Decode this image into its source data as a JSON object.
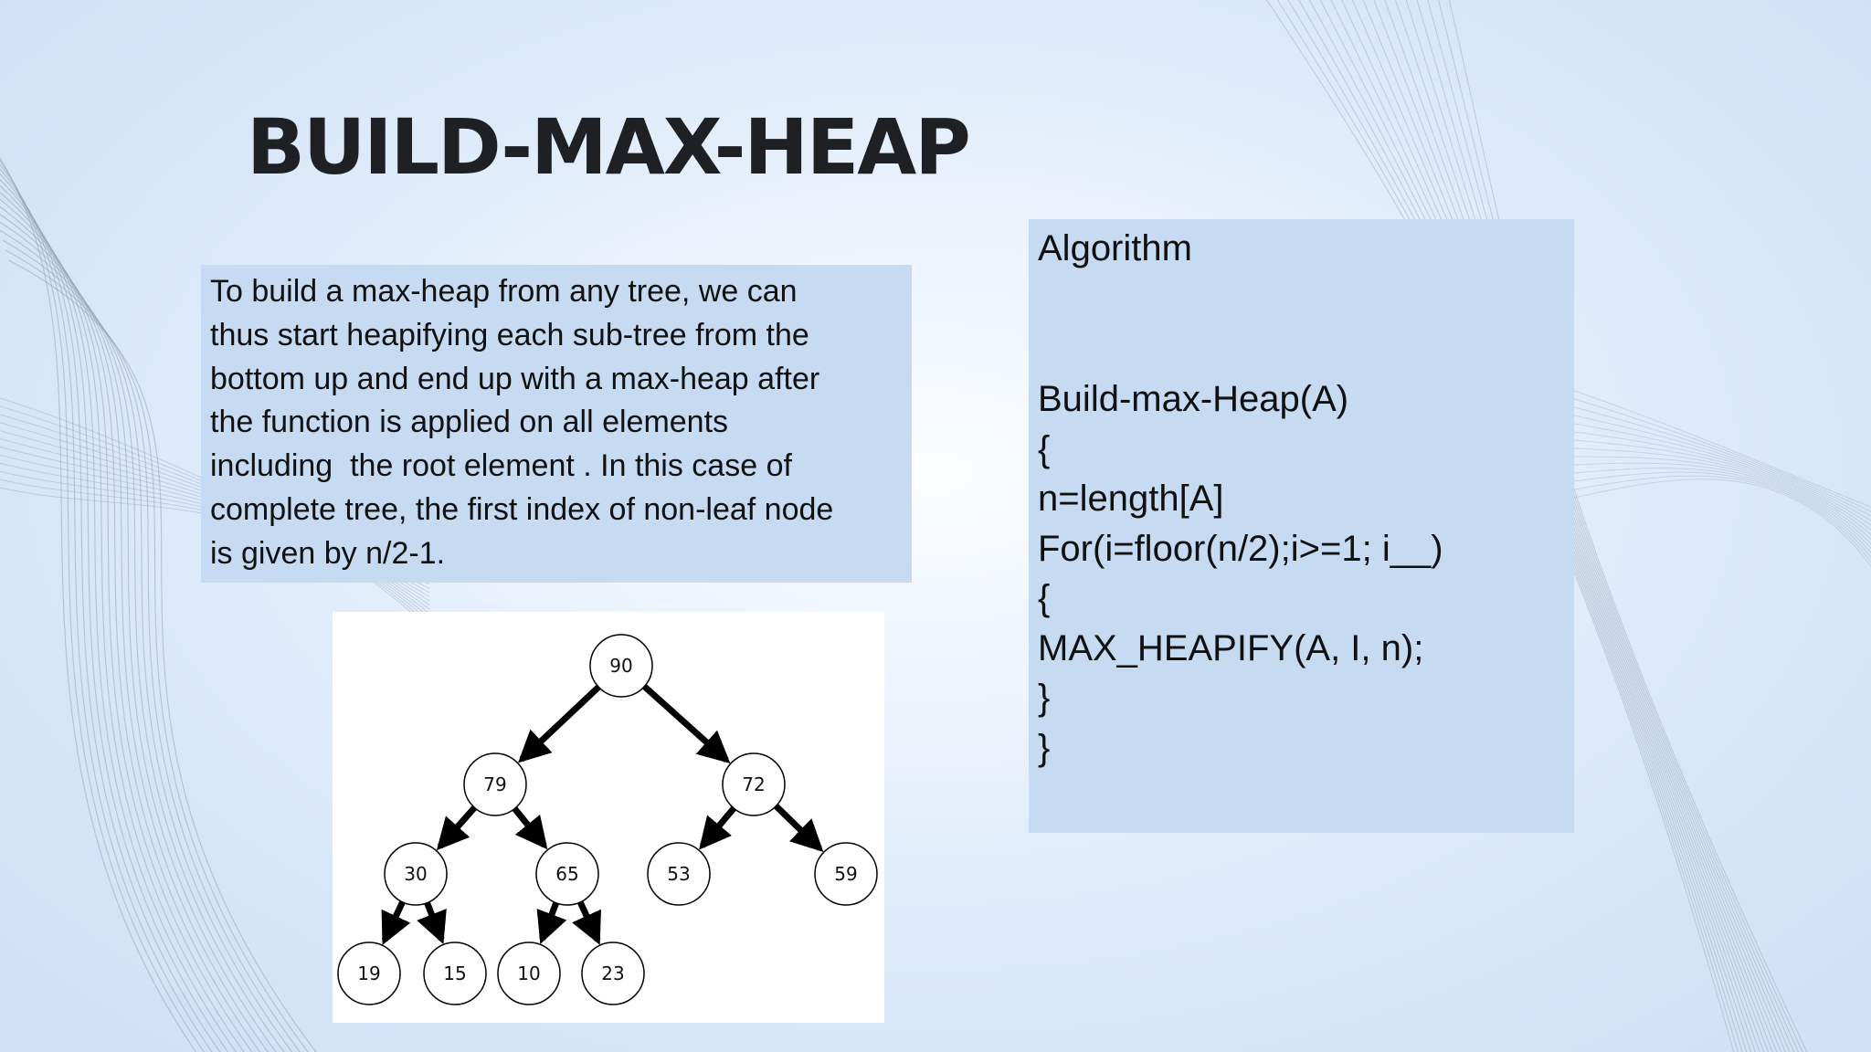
{
  "title": "BUILD-MAX-HEAP",
  "description": {
    "lines": [
      "To build a max-heap from any tree, we can",
      "thus start heapifying each sub-tree from the",
      "bottom up and end up with a max-heap after",
      "the function is applied on all elements",
      "including  the root element . In this case of",
      "complete tree, the first index of non-leaf node",
      "is given by n/2-1."
    ]
  },
  "algorithm": {
    "heading": "Algorithm",
    "code": [
      "Build-max-Heap(A)",
      "{",
      "n=length[A]",
      "For(i=floor(n/2);i>=1; i__)",
      "{",
      "MAX_HEAPIFY(A, I, n);",
      "}",
      "}"
    ]
  },
  "tree": {
    "nodes": [
      {
        "id": "n90",
        "label": "90"
      },
      {
        "id": "n79",
        "label": "79"
      },
      {
        "id": "n72",
        "label": "72"
      },
      {
        "id": "n30",
        "label": "30"
      },
      {
        "id": "n65",
        "label": "65"
      },
      {
        "id": "n53",
        "label": "53"
      },
      {
        "id": "n59",
        "label": "59"
      },
      {
        "id": "n19",
        "label": "19"
      },
      {
        "id": "n15",
        "label": "15"
      },
      {
        "id": "n10",
        "label": "10"
      },
      {
        "id": "n23",
        "label": "23"
      }
    ],
    "edges": [
      {
        "from": "n90",
        "to": "n79"
      },
      {
        "from": "n90",
        "to": "n72"
      },
      {
        "from": "n79",
        "to": "n30"
      },
      {
        "from": "n79",
        "to": "n65"
      },
      {
        "from": "n72",
        "to": "n53"
      },
      {
        "from": "n72",
        "to": "n59"
      },
      {
        "from": "n30",
        "to": "n19"
      },
      {
        "from": "n30",
        "to": "n15"
      },
      {
        "from": "n65",
        "to": "n10"
      },
      {
        "from": "n65",
        "to": "n23"
      }
    ]
  }
}
